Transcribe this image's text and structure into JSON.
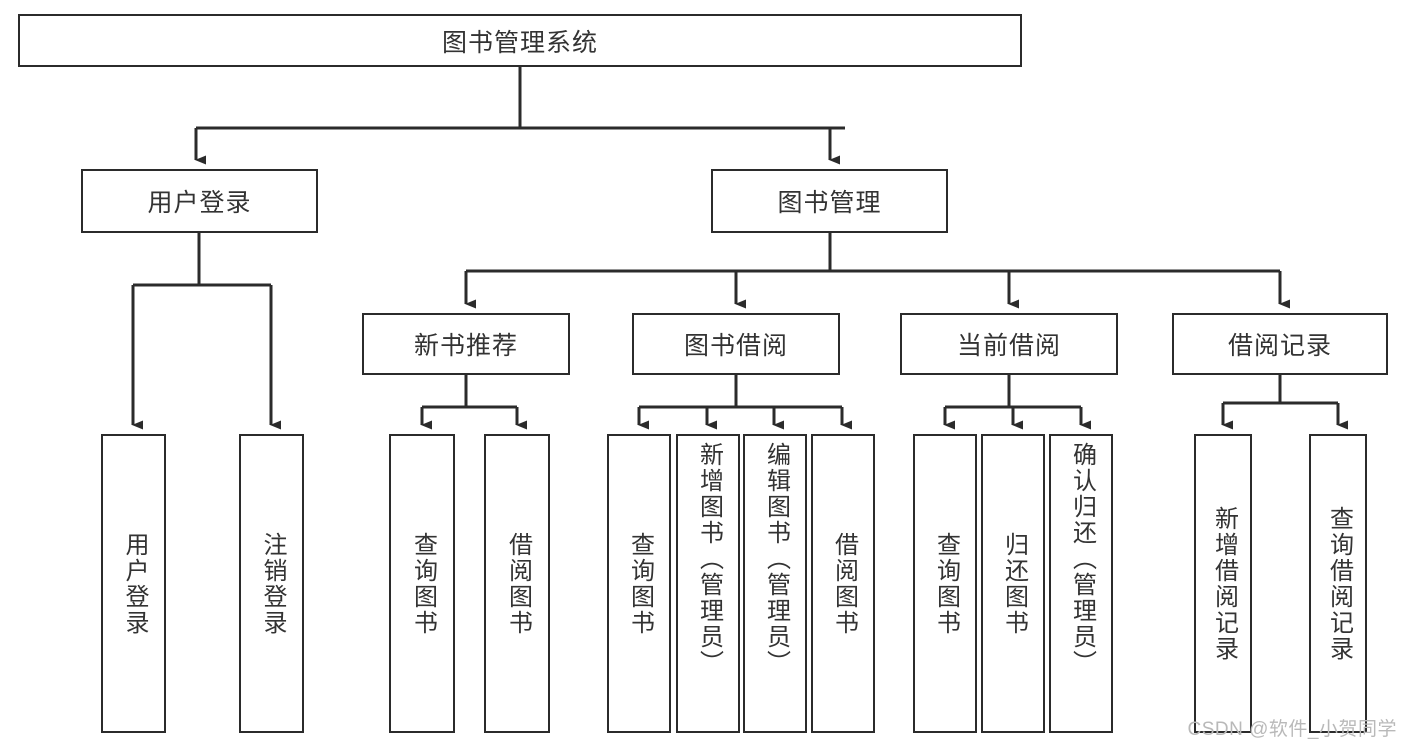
{
  "diagram": {
    "title": "图书管理系统",
    "type": "tree-hierarchy-chart",
    "watermark": "CSDN @软件_小贺同学",
    "colors": {
      "stroke": "#2b2b2b",
      "background": "#ffffff",
      "text": "#333333",
      "watermark": "#b9b9b9"
    },
    "root": {
      "label": "图书管理系统"
    },
    "level2": [
      {
        "label": "用户登录"
      },
      {
        "label": "图书管理"
      }
    ],
    "level3": [
      {
        "label": "新书推荐"
      },
      {
        "label": "图书借阅"
      },
      {
        "label": "当前借阅"
      },
      {
        "label": "借阅记录"
      }
    ],
    "leaves": {
      "user_login": [
        {
          "label": "用户登录"
        },
        {
          "label": "注销登录"
        }
      ],
      "new_book_recommend": [
        {
          "label": "查询图书"
        },
        {
          "label": "借阅图书"
        }
      ],
      "book_borrow": [
        {
          "label": "查询图书"
        },
        {
          "label": "新增图书（管理员）"
        },
        {
          "label": "编辑图书（管理员）"
        },
        {
          "label": "借阅图书"
        }
      ],
      "current_borrow": [
        {
          "label": "查询图书"
        },
        {
          "label": "归还图书"
        },
        {
          "label": "确认归还（管理员）"
        }
      ],
      "borrow_record": [
        {
          "label": "新增借阅记录"
        },
        {
          "label": "查询借阅记录"
        }
      ]
    }
  }
}
